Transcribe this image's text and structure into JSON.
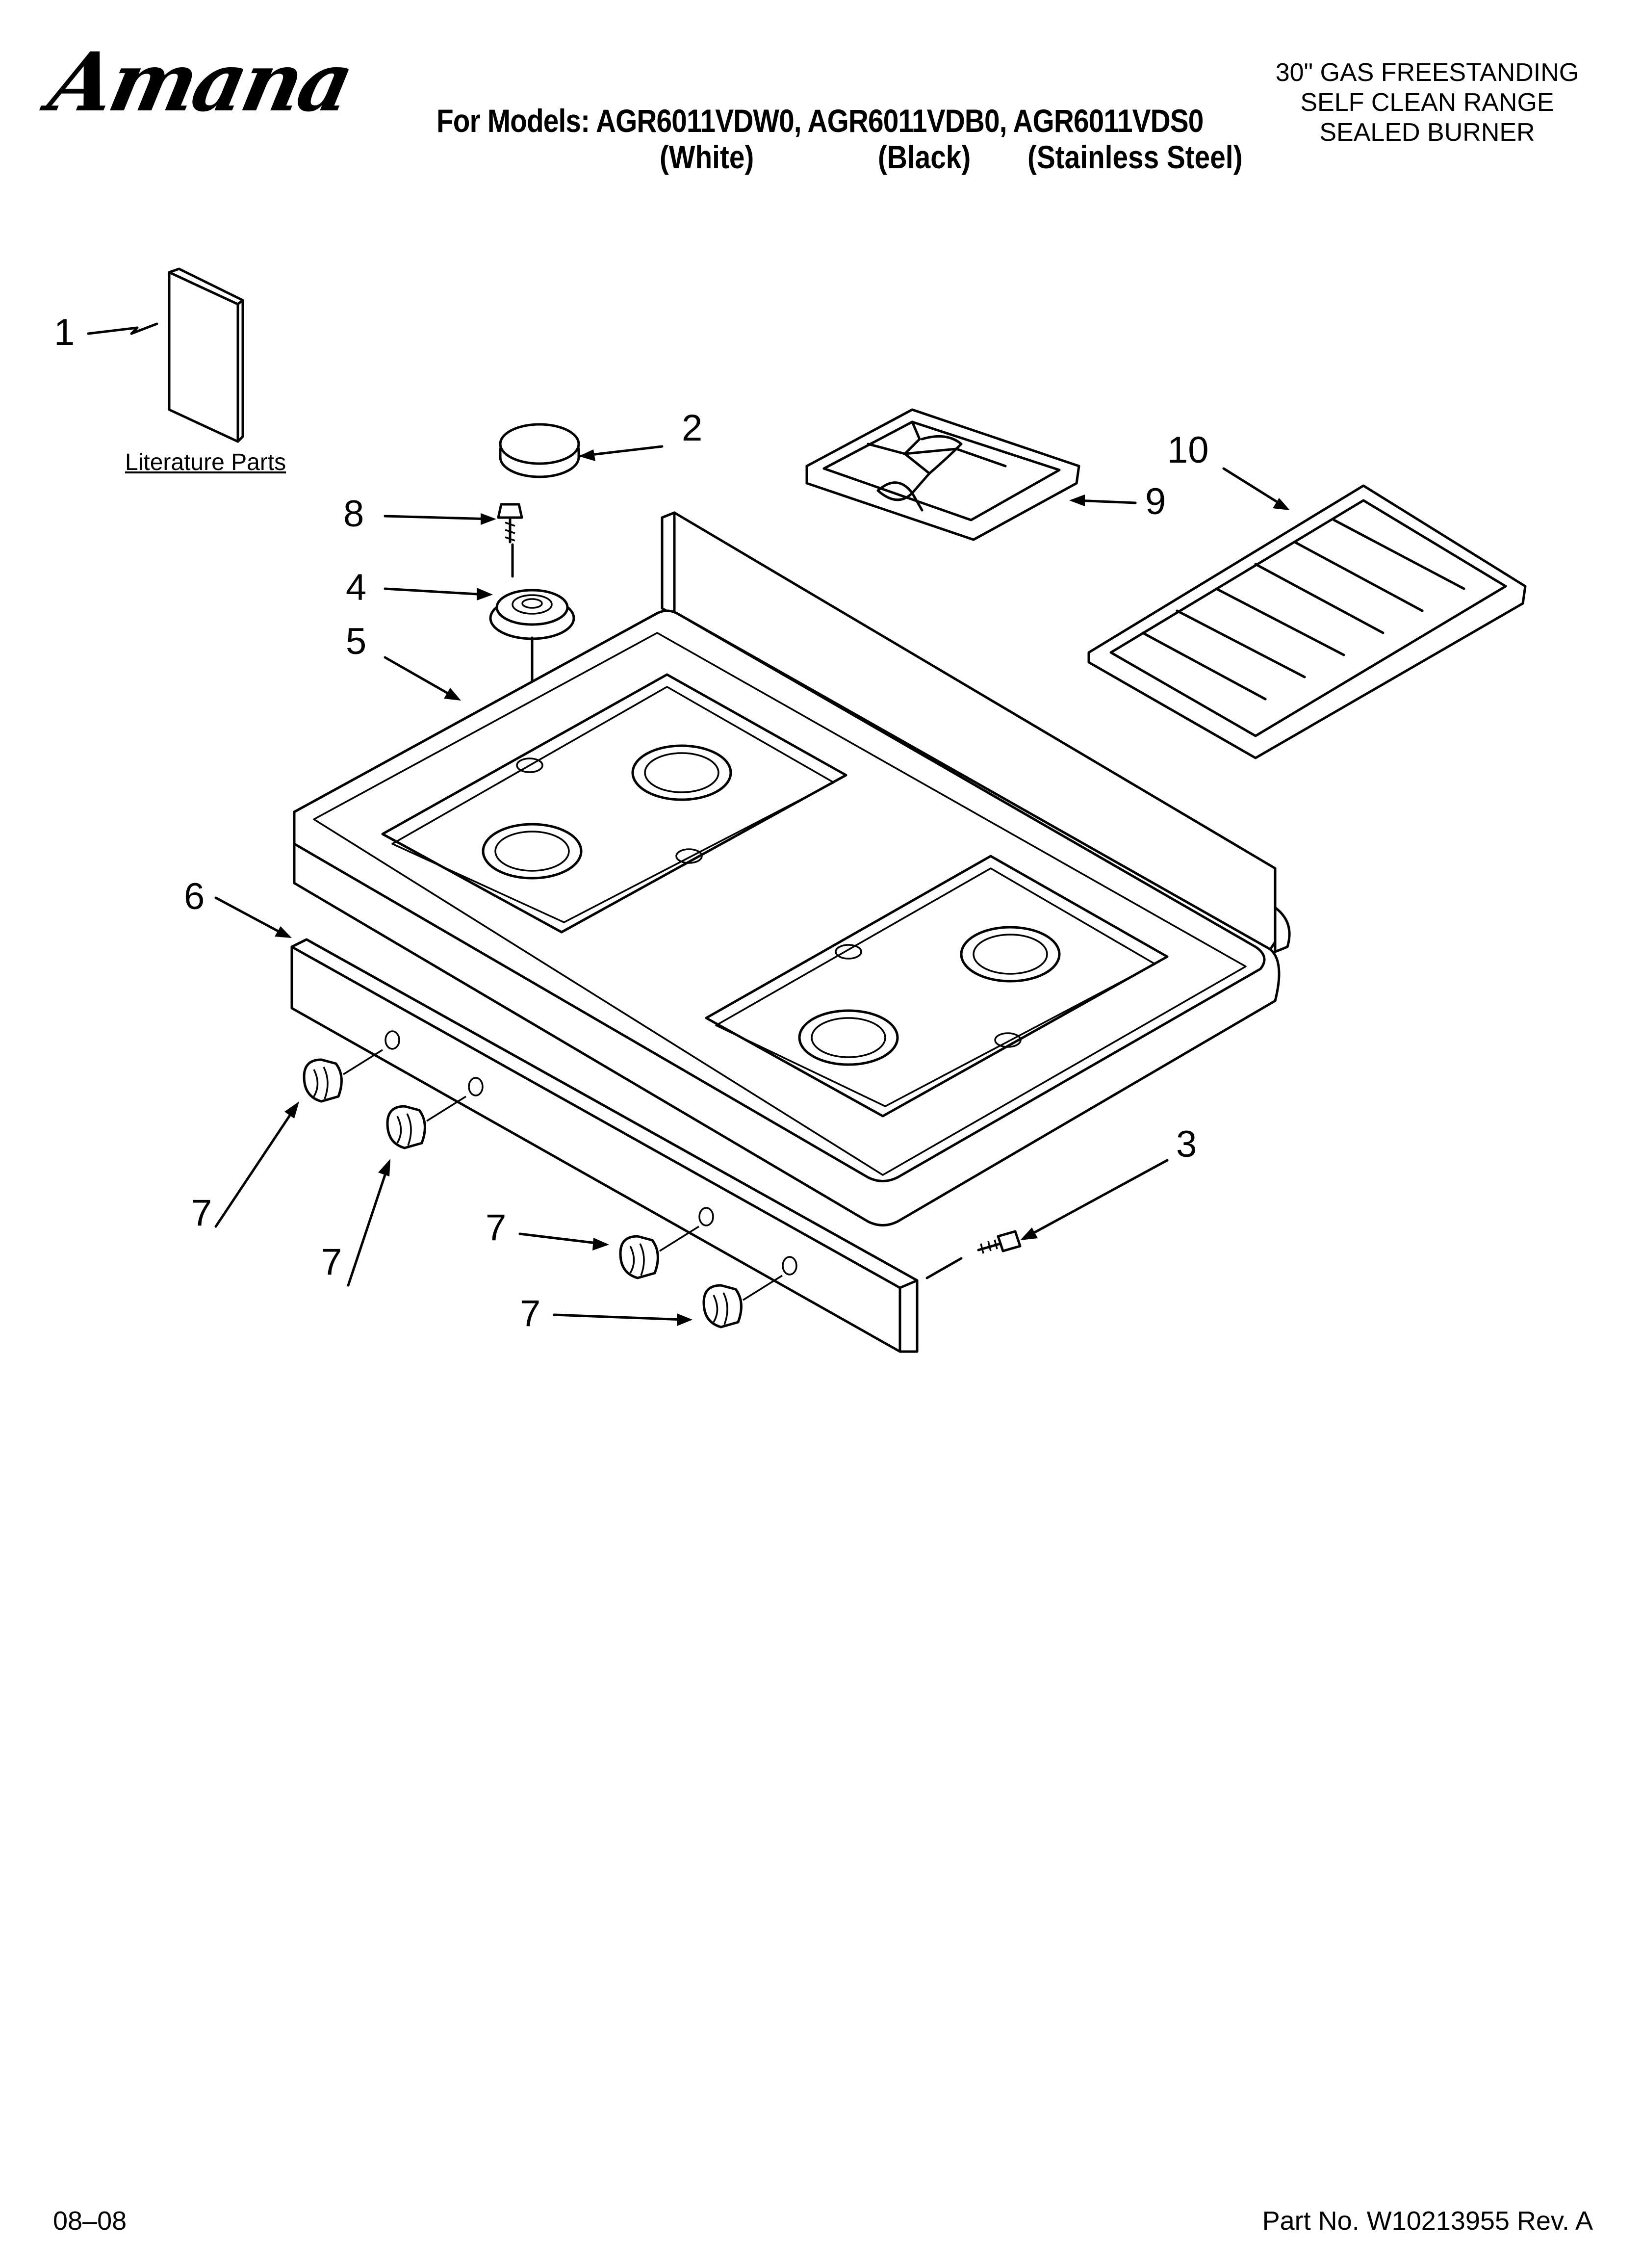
{
  "brand": "Amana",
  "header": {
    "models_line": "For Models: AGR6011VDW0, AGR6011VDB0, AGR6011VDS0",
    "finishes": [
      "(White)",
      "(Black)",
      "(Stainless Steel)"
    ],
    "description": [
      "30\" GAS FREESTANDING",
      "SELF CLEAN RANGE",
      "SEALED BURNER"
    ]
  },
  "literature_label": "Literature Parts",
  "callouts": {
    "c1": "1",
    "c2": "2",
    "c3": "3",
    "c4": "4",
    "c5": "5",
    "c6": "6",
    "c7a": "7",
    "c7b": "7",
    "c7c": "7",
    "c7d": "7",
    "c8": "8",
    "c9": "9",
    "c10": "10"
  },
  "footer": {
    "date": "08–08",
    "part_number": "Part No. W10213955 Rev. A"
  }
}
